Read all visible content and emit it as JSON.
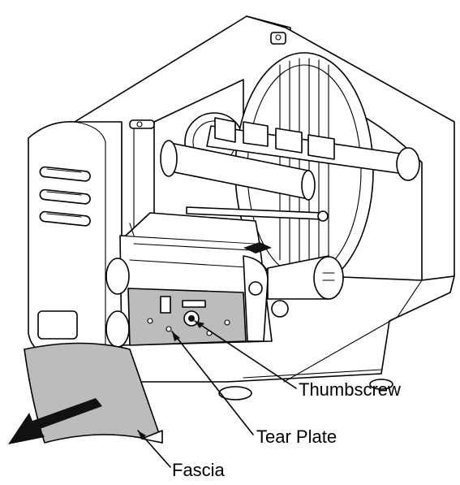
{
  "labels": {
    "thumbscrew": "Thumbscrew",
    "tear_plate": "Tear Plate",
    "fascia": "Fascia"
  },
  "colors": {
    "line": "#000000",
    "tear_plate_fill": "#bcbcbc",
    "fascia_fill": "#bcbcbc",
    "background": "#ffffff"
  }
}
